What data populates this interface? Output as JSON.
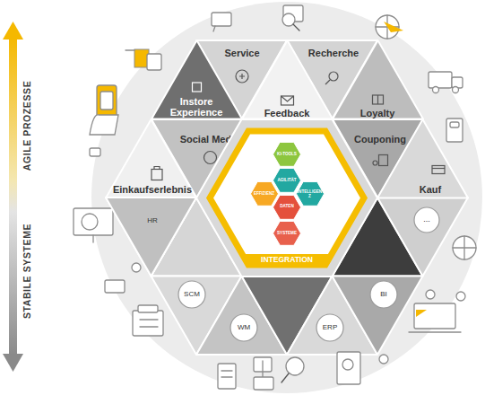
{
  "diagram": {
    "nodes": [
      {
        "text": [
          "Service"
        ]
      },
      {
        "text": [
          "Recherche"
        ]
      },
      {
        "text": [
          "Instore Experience"
        ]
      },
      {
        "text": [
          "Feedback"
        ]
      },
      {
        "text": [
          "Loyalty"
        ]
      },
      {
        "text": [
          "Social Media"
        ]
      },
      {
        "text": [
          "Couponing"
        ]
      },
      {
        "text": [
          "Einkaufserlebnis"
        ]
      },
      {
        "text": [
          "Kauf"
        ]
      },
      {
        "text": [
          "INTEGRATION"
        ]
      },
      {
        "text": [
          "KI-TOOLS"
        ],
        "in": 9
      },
      {
        "text": [
          "EFFIZIENZ"
        ],
        "in": 9
      },
      {
        "text": [
          "AGILITÄT"
        ],
        "in": 9
      },
      {
        "text": [
          "INTELLIGENZ"
        ],
        "in": 9
      },
      {
        "text": [
          "DATEN"
        ],
        "in": 9
      },
      {
        "text": [
          "SYSTEME"
        ],
        "in": 9
      },
      {
        "text": [
          "HR"
        ]
      },
      {
        "text": [
          "..."
        ]
      },
      {
        "text": [
          "SCM"
        ]
      },
      {
        "text": [
          "WM"
        ]
      },
      {
        "text": [
          "ERP"
        ]
      },
      {
        "text": [
          "BI"
        ]
      }
    ],
    "labels": [
      "AGILE PROZESSE",
      "STABILE SYSTEME"
    ]
  }
}
